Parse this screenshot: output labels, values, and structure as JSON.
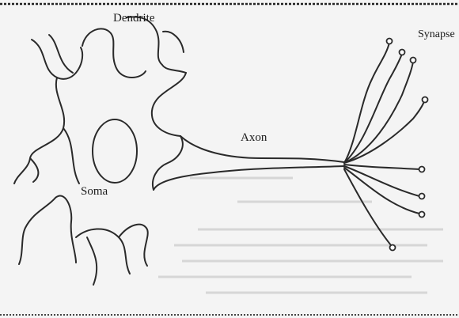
{
  "diagram": {
    "labels": {
      "dendrite": "Dendrite",
      "synapse": "Synapse",
      "axon": "Axon",
      "soma": "Soma"
    }
  }
}
